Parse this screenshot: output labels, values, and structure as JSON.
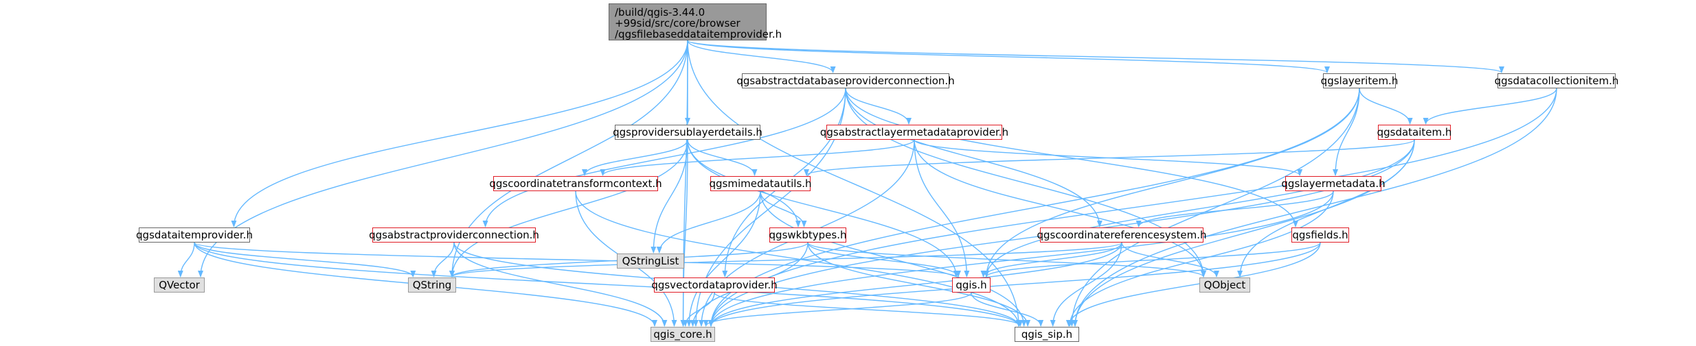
{
  "colors": {
    "edge": "#63b8ff",
    "edge_dark": "#1f3b57",
    "red_border": "#e01b24",
    "gray_fill": "#e0e0e0",
    "root_fill": "#999999"
  },
  "nodes": {
    "root": "/build/qgis-3.44.0\n+99sid/src/core/browser\n/qgsfilebaseddataitemprovider.h",
    "qgsabstractdatabaseproviderconnection": "qgsabstractdatabaseproviderconnection.h",
    "qgslayeritem": "qgslayeritem.h",
    "qgsdatacollectionitem": "qgsdatacollectionitem.h",
    "qgsprovidersublayerdetails": "qgsprovidersublayerdetails.h",
    "qgsabstractlayermetadataprovider": "qgsabstractlayermetadataprovider.h",
    "qgsdataitem": "qgsdataitem.h",
    "qgscoordinatetransformcontext": "qgscoordinatetransformcontext.h",
    "qgsmimedatautils": "qgsmimedatautils.h",
    "qgslayermetadata": "qgslayermetadata.h",
    "qgsdataitemprovider": "qgsdataitemprovider.h",
    "qgsabstractproviderconnection": "qgsabstractproviderconnection.h",
    "qgswkbtypes": "qgswkbtypes.h",
    "qgscoordinatereferencesystem": "qgscoordinatereferencesystem.h",
    "qgsfields": "qgsfields.h",
    "qstringlist": "QStringList",
    "qvector": "QVector",
    "qstring": "QString",
    "qgsvectordataprovider": "qgsvectordataprovider.h",
    "qgis": "qgis.h",
    "qobject": "QObject",
    "qgis_core": "qgis_core.h",
    "qgis_sip": "qgis_sip.h"
  }
}
